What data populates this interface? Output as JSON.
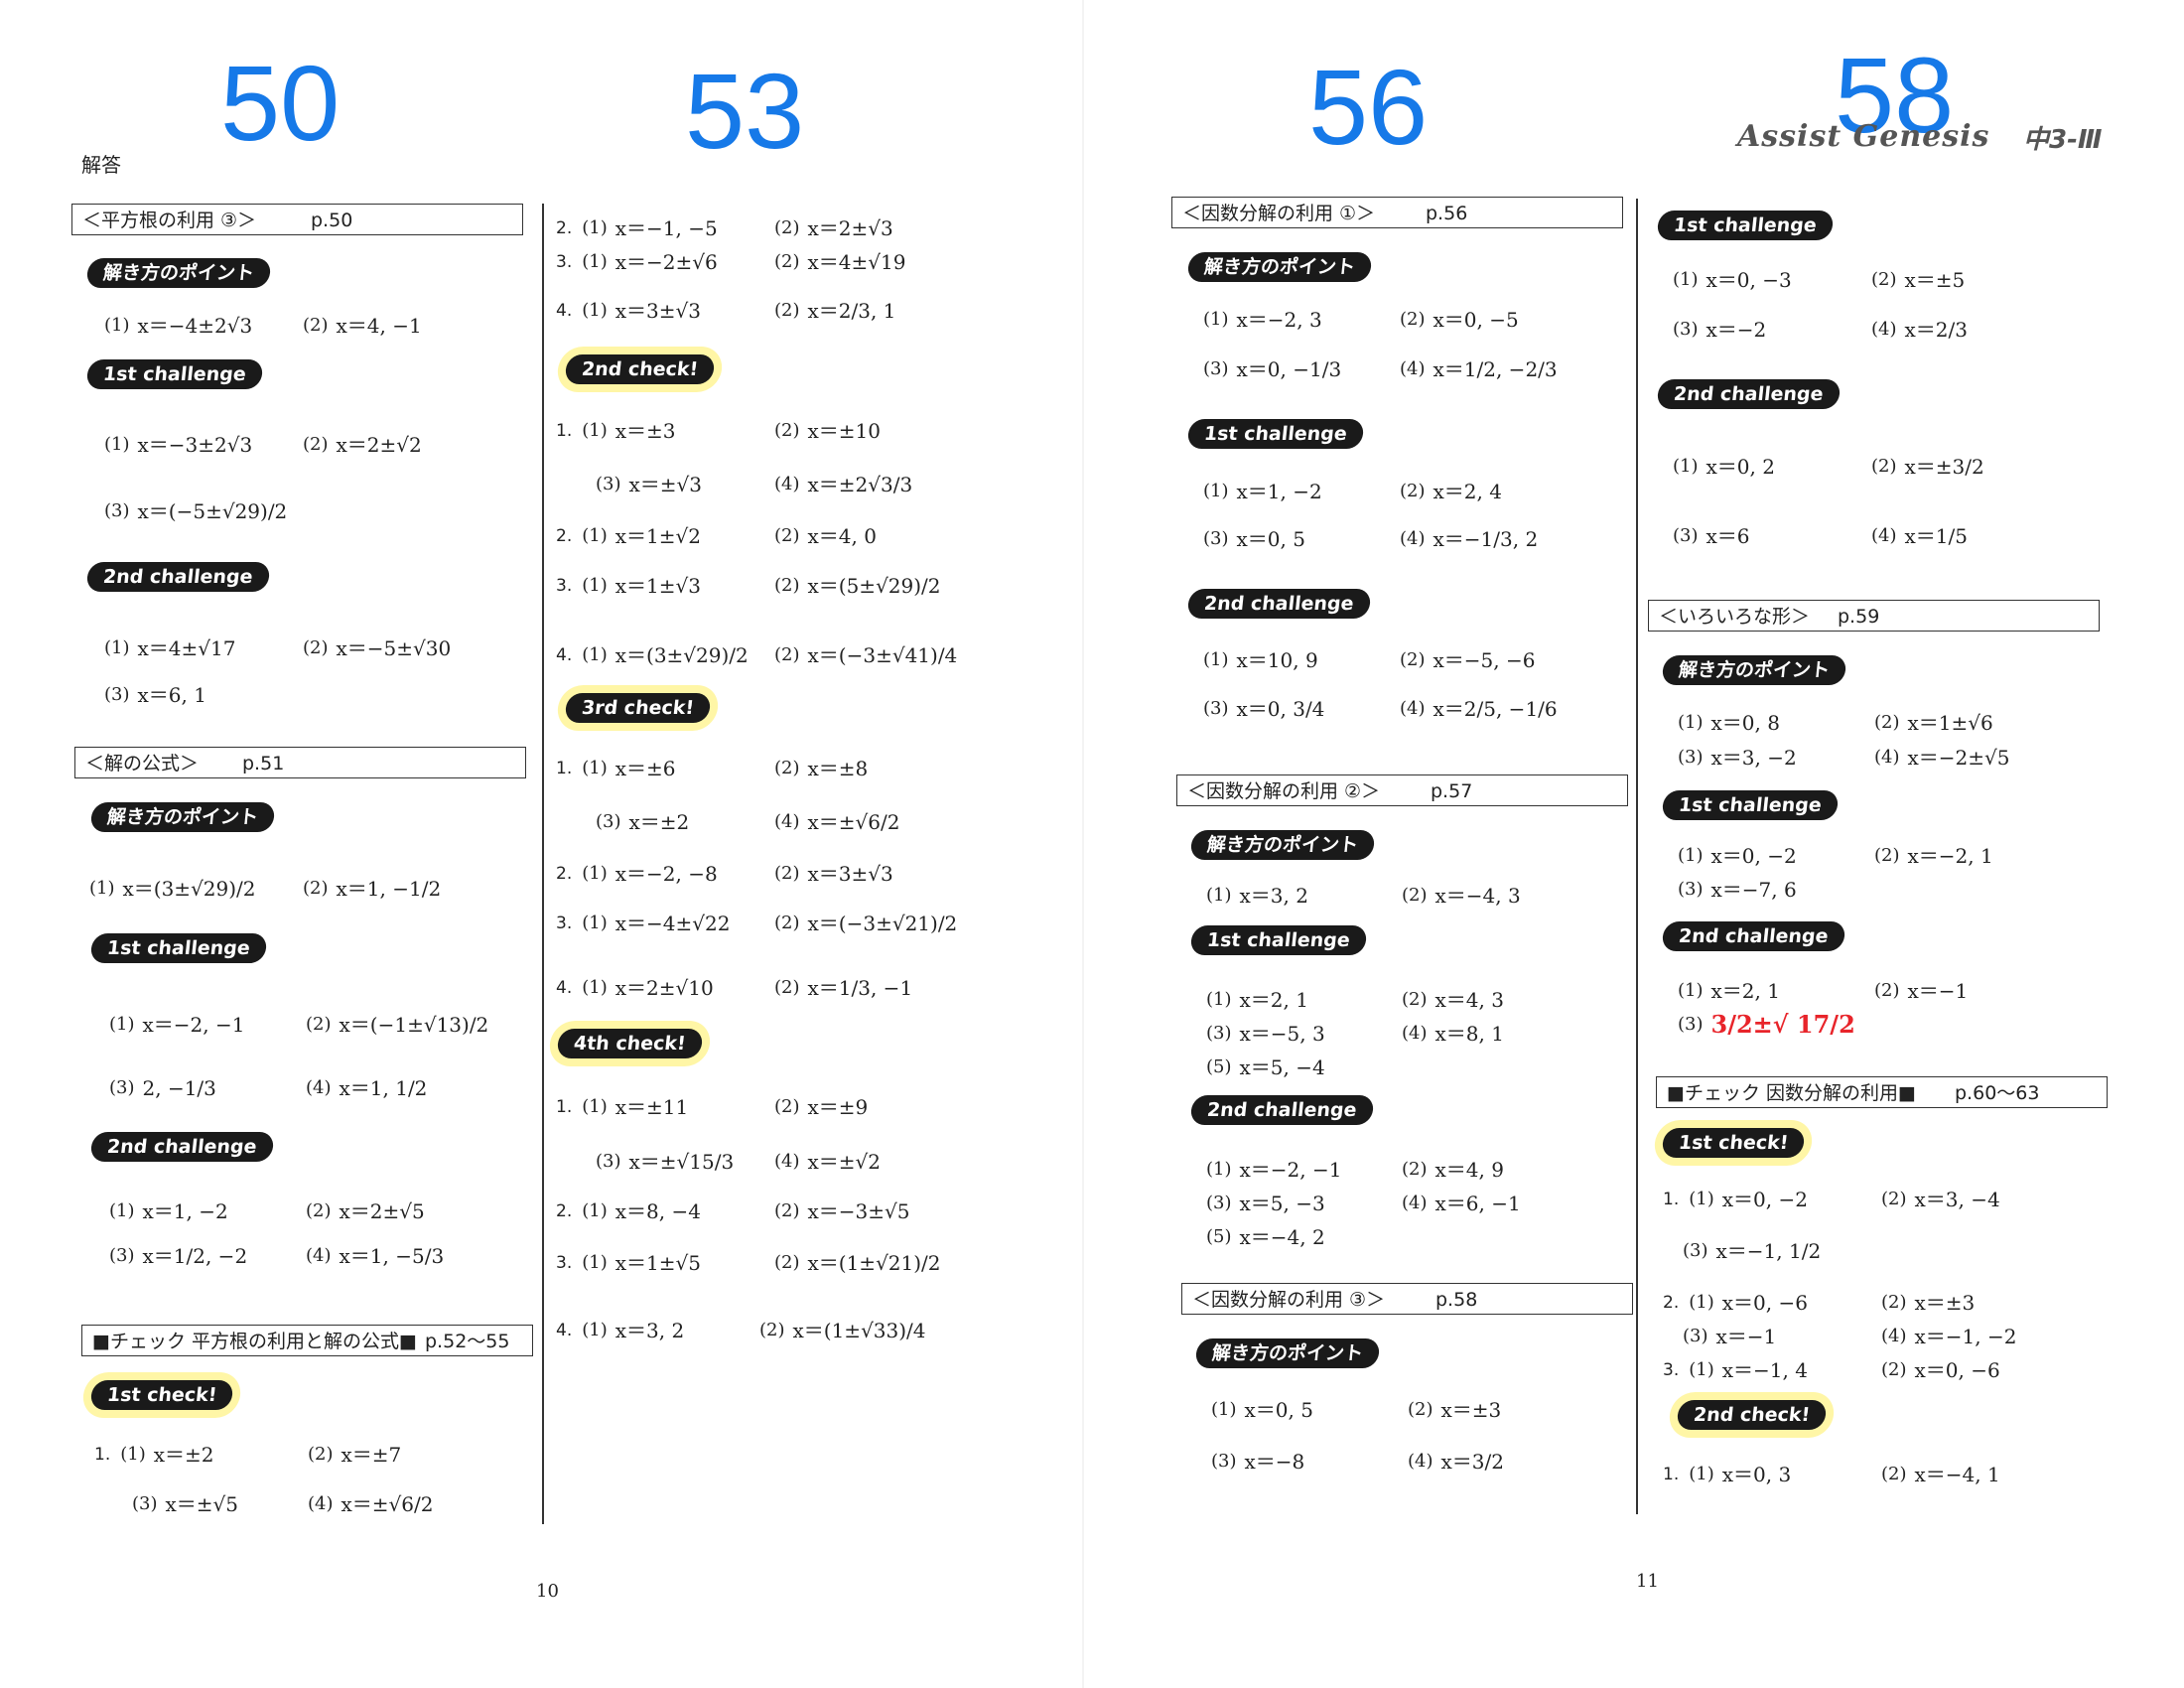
{
  "header": {
    "big_numbers": [
      "50",
      "53",
      "56",
      "58"
    ],
    "logo": "Assist Genesis",
    "logo_sub": "中3-Ⅲ",
    "answers_label": "解答"
  },
  "pages": {
    "left": "10",
    "right": "11"
  },
  "colors": {
    "page_number_blue": "#1679e8",
    "highlight_yellow": "#fff6a6",
    "handwritten_red": "#e8242a"
  },
  "col1": {
    "s1": {
      "title": "＜平方根の利用 ③＞",
      "page": "p.50",
      "point_badge": "解き方のポイント",
      "point": [
        [
          "(1)",
          "x＝−4±2√3"
        ],
        [
          "(2)",
          "x＝4, −1"
        ]
      ],
      "c1_badge": "1st challenge",
      "c1": [
        [
          "(1)",
          "x＝−3±2√3"
        ],
        [
          "(2)",
          "x＝2±√2"
        ],
        [
          "(3)",
          "x＝(−5±√29)/2"
        ]
      ],
      "c2_badge": "2nd challenge",
      "c2": [
        [
          "(1)",
          "x＝4±√17"
        ],
        [
          "(2)",
          "x＝−5±√30"
        ],
        [
          "(3)",
          "x＝6, 1"
        ]
      ]
    },
    "s2": {
      "title": "＜解の公式＞",
      "page": "p.51",
      "point_badge": "解き方のポイント",
      "point": [
        [
          "(1)",
          "x＝(3±√29)/2"
        ],
        [
          "(2)",
          "x＝1, −1/2"
        ]
      ],
      "c1_badge": "1st challenge",
      "c1": [
        [
          "(1)",
          "x＝−2, −1"
        ],
        [
          "(2)",
          "x＝(−1±√13)/2"
        ],
        [
          "(3)",
          "2, −1/3"
        ],
        [
          "(4)",
          "x＝1, 1/2"
        ]
      ],
      "c2_badge": "2nd challenge",
      "c2": [
        [
          "(1)",
          "x＝1, −2"
        ],
        [
          "(2)",
          "x＝2±√5"
        ],
        [
          "(3)",
          "x＝1/2, −2"
        ],
        [
          "(4)",
          "x＝1, −5/3"
        ]
      ]
    },
    "s3": {
      "title": "■チェック 平方根の利用と解の公式■",
      "page": "p.52〜55",
      "check_badge": "1st check!",
      "items": [
        [
          "1.",
          "(1)",
          "x＝±2"
        ],
        [
          "",
          "(2)",
          "x＝±7"
        ],
        [
          "",
          "(3)",
          "x＝±√5"
        ],
        [
          "",
          "(4)",
          "x＝±√6/2"
        ]
      ]
    }
  },
  "col2": {
    "top": [
      [
        "2.",
        "(1)",
        "x＝−1, −5"
      ],
      [
        "",
        "(2)",
        "x＝2±√3"
      ],
      [
        "3.",
        "(1)",
        "x＝−2±√6"
      ],
      [
        "",
        "(2)",
        "x＝4±√19"
      ],
      [
        "4.",
        "(1)",
        "x＝3±√3"
      ],
      [
        "",
        "(2)",
        "x＝2/3, 1"
      ]
    ],
    "b2": "2nd check!",
    "b2_items": [
      [
        "1.",
        "(1)",
        "x＝±3"
      ],
      [
        "",
        "(2)",
        "x＝±10"
      ],
      [
        "",
        "(3)",
        "x＝±√3"
      ],
      [
        "",
        "(4)",
        "x＝±2√3/3"
      ],
      [
        "2.",
        "(1)",
        "x＝1±√2"
      ],
      [
        "",
        "(2)",
        "x＝4, 0"
      ],
      [
        "3.",
        "(1)",
        "x＝1±√3"
      ],
      [
        "",
        "(2)",
        "x＝(5±√29)/2"
      ],
      [
        "4.",
        "(1)",
        "x＝(3±√29)/2"
      ],
      [
        "",
        "(2)",
        "x＝(−3±√41)/4"
      ]
    ],
    "b3": "3rd check!",
    "b3_items": [
      [
        "1.",
        "(1)",
        "x＝±6"
      ],
      [
        "",
        "(2)",
        "x＝±8"
      ],
      [
        "",
        "(3)",
        "x＝±2"
      ],
      [
        "",
        "(4)",
        "x＝±√6/2"
      ],
      [
        "2.",
        "(1)",
        "x＝−2, −8"
      ],
      [
        "",
        "(2)",
        "x＝3±√3"
      ],
      [
        "3.",
        "(1)",
        "x＝−4±√22"
      ],
      [
        "",
        "(2)",
        "x＝(−3±√21)/2"
      ],
      [
        "4.",
        "(1)",
        "x＝2±√10"
      ],
      [
        "",
        "(2)",
        "x＝1/3, −1"
      ]
    ],
    "b4": "4th check!",
    "b4_items": [
      [
        "1.",
        "(1)",
        "x＝±11"
      ],
      [
        "",
        "(2)",
        "x＝±9"
      ],
      [
        "",
        "(3)",
        "x＝±√15/3"
      ],
      [
        "",
        "(4)",
        "x＝±√2"
      ],
      [
        "2.",
        "(1)",
        "x＝8, −4"
      ],
      [
        "",
        "(2)",
        "x＝−3±√5"
      ],
      [
        "3.",
        "(1)",
        "x＝1±√5"
      ],
      [
        "",
        "(2)",
        "x＝(1±√21)/2"
      ],
      [
        "4.",
        "(1)",
        "x＝3, 2"
      ],
      [
        "",
        "(2)",
        "x＝(1±√33)/4"
      ]
    ]
  },
  "col3": {
    "s1": {
      "title": "＜因数分解の利用 ①＞",
      "page": "p.56",
      "point_badge": "解き方のポイント",
      "point": [
        [
          "(1)",
          "x＝−2, 3"
        ],
        [
          "(2)",
          "x＝0, −5"
        ],
        [
          "(3)",
          "x＝0, −1/3"
        ],
        [
          "(4)",
          "x＝1/2, −2/3"
        ]
      ],
      "c1_badge": "1st challenge",
      "c1": [
        [
          "(1)",
          "x＝1, −2"
        ],
        [
          "(2)",
          "x＝2, 4"
        ],
        [
          "(3)",
          "x＝0, 5"
        ],
        [
          "(4)",
          "x＝−1/3, 2"
        ]
      ],
      "c2_badge": "2nd challenge",
      "c2": [
        [
          "(1)",
          "x＝10, 9"
        ],
        [
          "(2)",
          "x＝−5, −6"
        ],
        [
          "(3)",
          "x＝0, 3/4"
        ],
        [
          "(4)",
          "x＝2/5, −1/6"
        ]
      ]
    },
    "s2": {
      "title": "＜因数分解の利用 ②＞",
      "page": "p.57",
      "point_badge": "解き方のポイント",
      "point": [
        [
          "(1)",
          "x＝3, 2"
        ],
        [
          "(2)",
          "x＝−4, 3"
        ]
      ],
      "c1_badge": "1st challenge",
      "c1": [
        [
          "(1)",
          "x＝2, 1"
        ],
        [
          "(2)",
          "x＝4, 3"
        ],
        [
          "(3)",
          "x＝−5, 3"
        ],
        [
          "(4)",
          "x＝8, 1"
        ],
        [
          "(5)",
          "x＝5, −4"
        ]
      ],
      "c2_badge": "2nd challenge",
      "c2": [
        [
          "(1)",
          "x＝−2, −1"
        ],
        [
          "(2)",
          "x＝4, 9"
        ],
        [
          "(3)",
          "x＝5, −3"
        ],
        [
          "(4)",
          "x＝6, −1"
        ],
        [
          "(5)",
          "x＝−4, 2"
        ]
      ]
    },
    "s3": {
      "title": "＜因数分解の利用 ③＞",
      "page": "p.58",
      "point_badge": "解き方のポイント",
      "point": [
        [
          "(1)",
          "x＝0, 5"
        ],
        [
          "(2)",
          "x＝±3"
        ],
        [
          "(3)",
          "x＝−8"
        ],
        [
          "(4)",
          "x＝3/2"
        ]
      ]
    }
  },
  "col4": {
    "c1_badge": "1st challenge",
    "c1": [
      [
        "(1)",
        "x＝0, −3"
      ],
      [
        "(2)",
        "x＝±5"
      ],
      [
        "(3)",
        "x＝−2"
      ],
      [
        "(4)",
        "x＝2/3"
      ]
    ],
    "c2_badge": "2nd challenge",
    "c2": [
      [
        "(1)",
        "x＝0, 2"
      ],
      [
        "(2)",
        "x＝±3/2"
      ],
      [
        "(3)",
        "x＝6"
      ],
      [
        "(4)",
        "x＝1/5"
      ]
    ],
    "s2": {
      "title": "＜いろいろな形＞",
      "page": "p.59",
      "point_badge": "解き方のポイント",
      "point": [
        [
          "(1)",
          "x＝0, 8"
        ],
        [
          "(2)",
          "x＝1±√6"
        ],
        [
          "(3)",
          "x＝3, −2"
        ],
        [
          "(4)",
          "x＝−2±√5"
        ]
      ],
      "c1_badge": "1st challenge",
      "c1": [
        [
          "(1)",
          "x＝0, −2"
        ],
        [
          "(2)",
          "x＝−2, 1"
        ],
        [
          "(3)",
          "x＝−7, 6"
        ]
      ],
      "c2_badge": "2nd challenge",
      "c2": [
        [
          "(1)",
          "x＝2, 1"
        ],
        [
          "(2)",
          "x＝−1"
        ]
      ],
      "c2_q3": "(3)",
      "handwritten": "3/2±√ 17/2"
    },
    "s3": {
      "title": "■チェック 因数分解の利用■",
      "page": "p.60〜63",
      "b1": "1st check!",
      "b1_items": [
        [
          "1.",
          "(1)",
          "x＝0, −2"
        ],
        [
          "",
          "(2)",
          "x＝3, −4"
        ],
        [
          "",
          "(3)",
          "x＝−1, 1/2"
        ],
        [
          "2.",
          "(1)",
          "x＝0, −6"
        ],
        [
          "",
          "(2)",
          "x＝±3"
        ],
        [
          "",
          "(3)",
          "x＝−1"
        ],
        [
          "",
          "(4)",
          "x＝−1, −2"
        ],
        [
          "3.",
          "(1)",
          "x＝−1, 4"
        ],
        [
          "",
          "(2)",
          "x＝0, −6"
        ]
      ],
      "b2": "2nd check!",
      "b2_items": [
        [
          "1.",
          "(1)",
          "x＝0, 3"
        ],
        [
          "",
          "(2)",
          "x＝−4, 1"
        ]
      ]
    }
  }
}
